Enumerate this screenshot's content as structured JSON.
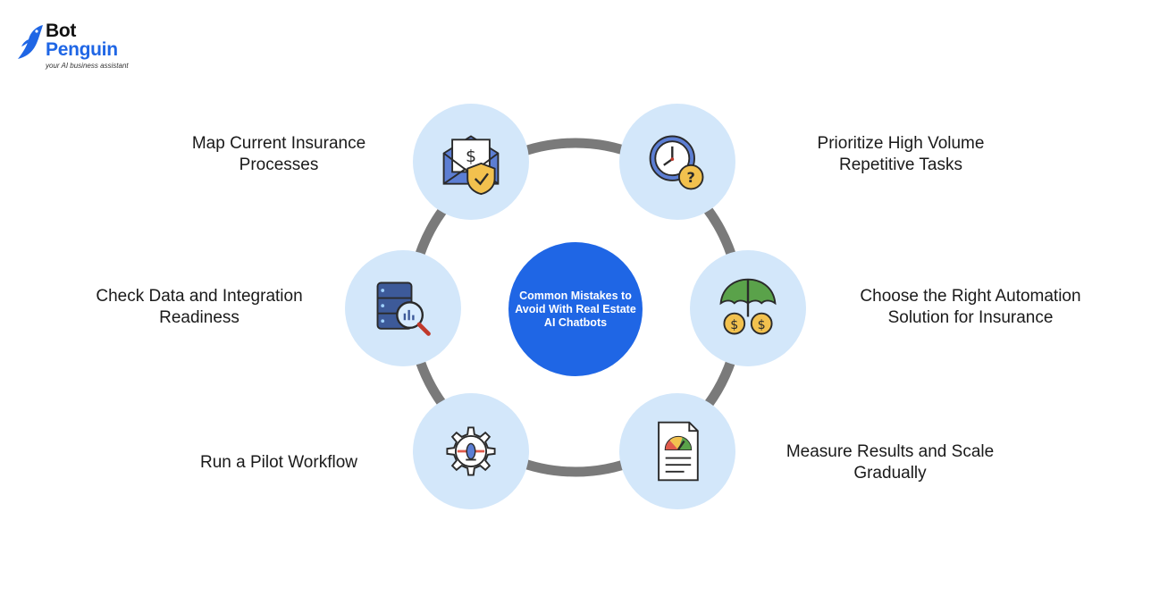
{
  "brand": {
    "name_line1": "Bot",
    "name_line2": "Penguin",
    "tagline": "your AI business assistant",
    "color_primary": "#1f66e5"
  },
  "center": {
    "title": "Common Mistakes to Avoid With Real Estate AI Chatbots",
    "color": "#1f66e5"
  },
  "steps": [
    {
      "label": "Map Current Insurance\nProcesses",
      "icon": "envelope-shield-icon"
    },
    {
      "label": "Prioritize High Volume\nRepetitive Tasks",
      "icon": "clock-question-icon"
    },
    {
      "label": "Choose the Right Automation\nSolution for Insurance",
      "icon": "umbrella-coins-icon"
    },
    {
      "label": "Measure Results and Scale\nGradually",
      "icon": "report-gauge-icon"
    },
    {
      "label": "Run a Pilot Workflow",
      "icon": "gear-plane-icon"
    },
    {
      "label": "Check Data and Integration\nReadiness",
      "icon": "database-magnifier-icon"
    }
  ],
  "colors": {
    "node_fill": "#d3e7fa",
    "ring_stroke": "#7a7a7a"
  }
}
